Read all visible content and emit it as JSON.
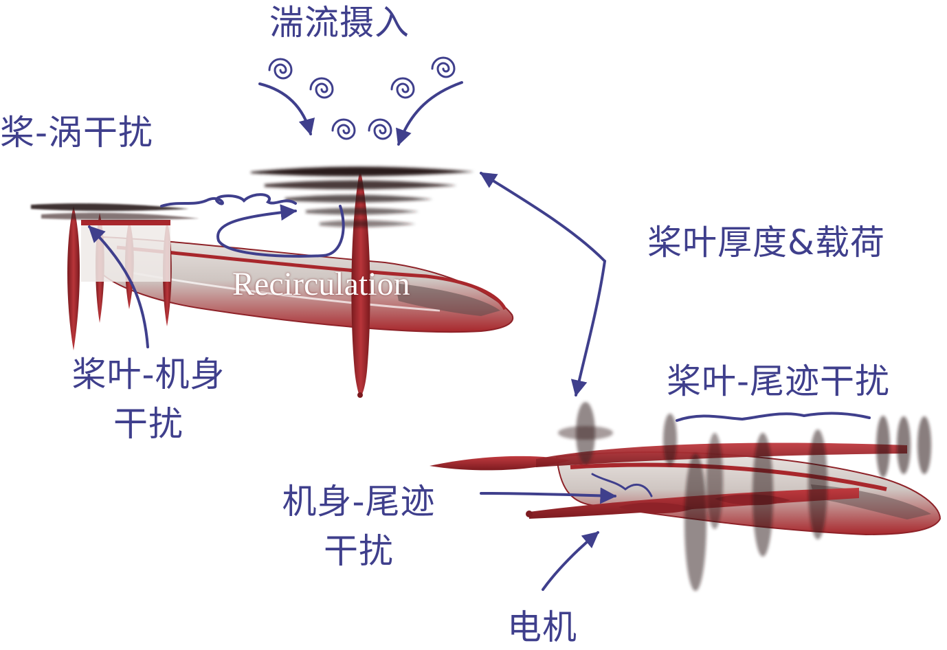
{
  "labels": {
    "turbulence_ingestion": "湍流摄入",
    "prop_vortex": "桨-涡干扰",
    "blade_thickness_load": "桨叶厚度&载荷",
    "recirculation": "Recirculation",
    "blade_fuselage_line1": "桨叶-机身",
    "blade_fuselage_line2": "干扰",
    "blade_wake": "桨叶-尾迹干扰",
    "fuselage_wake_line1": "机身-尾迹",
    "fuselage_wake_line2": "干扰",
    "motor": "电机"
  },
  "colors": {
    "annotation": "#3f3f8c",
    "fuselage_red": "#a8272c",
    "fuselage_light": "#d9d3d0",
    "blade_dark": "#2a1a1a"
  }
}
